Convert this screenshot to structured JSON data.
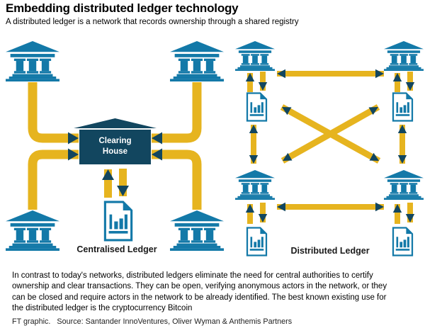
{
  "header": {
    "title": "Embedding distributed ledger technology",
    "subtitle": "A distributed ledger is a network that records ownership through a shared registry"
  },
  "diagram": {
    "centralised": {
      "hub_label_lines": [
        "Clearing",
        "House"
      ],
      "caption": "Centralised Ledger",
      "bank_count": 4,
      "icons": [
        "bank-building-icon",
        "ledger-document-icon",
        "arrow-connector"
      ]
    },
    "distributed": {
      "caption": "Distributed Ledger",
      "bank_count": 4,
      "node_structure": "bank with own ledger document, all nodes interconnected",
      "icons": [
        "bank-building-icon",
        "ledger-document-icon",
        "double-headed-arrow"
      ]
    },
    "colors": {
      "bank_teal": "#1379a8",
      "navy": "#12465f",
      "arrow_yellow": "#e6b41f",
      "page_white": "#ffffff"
    }
  },
  "body": {
    "lines": [
      "In contrast to today's networks, distributed ledgers eliminate the need for central authorities to certify",
      "ownership and clear transactions. They can be open, verifying anonymous actors in the network, or they",
      "can be closed and require actors in the network to be already identified. The best known existing use for",
      "the distributed ledger is the cryptocurrency Bitcoin"
    ]
  },
  "footer": {
    "credit": "FT graphic.",
    "source": "Source: Santander InnoVentures, Oliver Wyman & Anthemis Partners"
  }
}
